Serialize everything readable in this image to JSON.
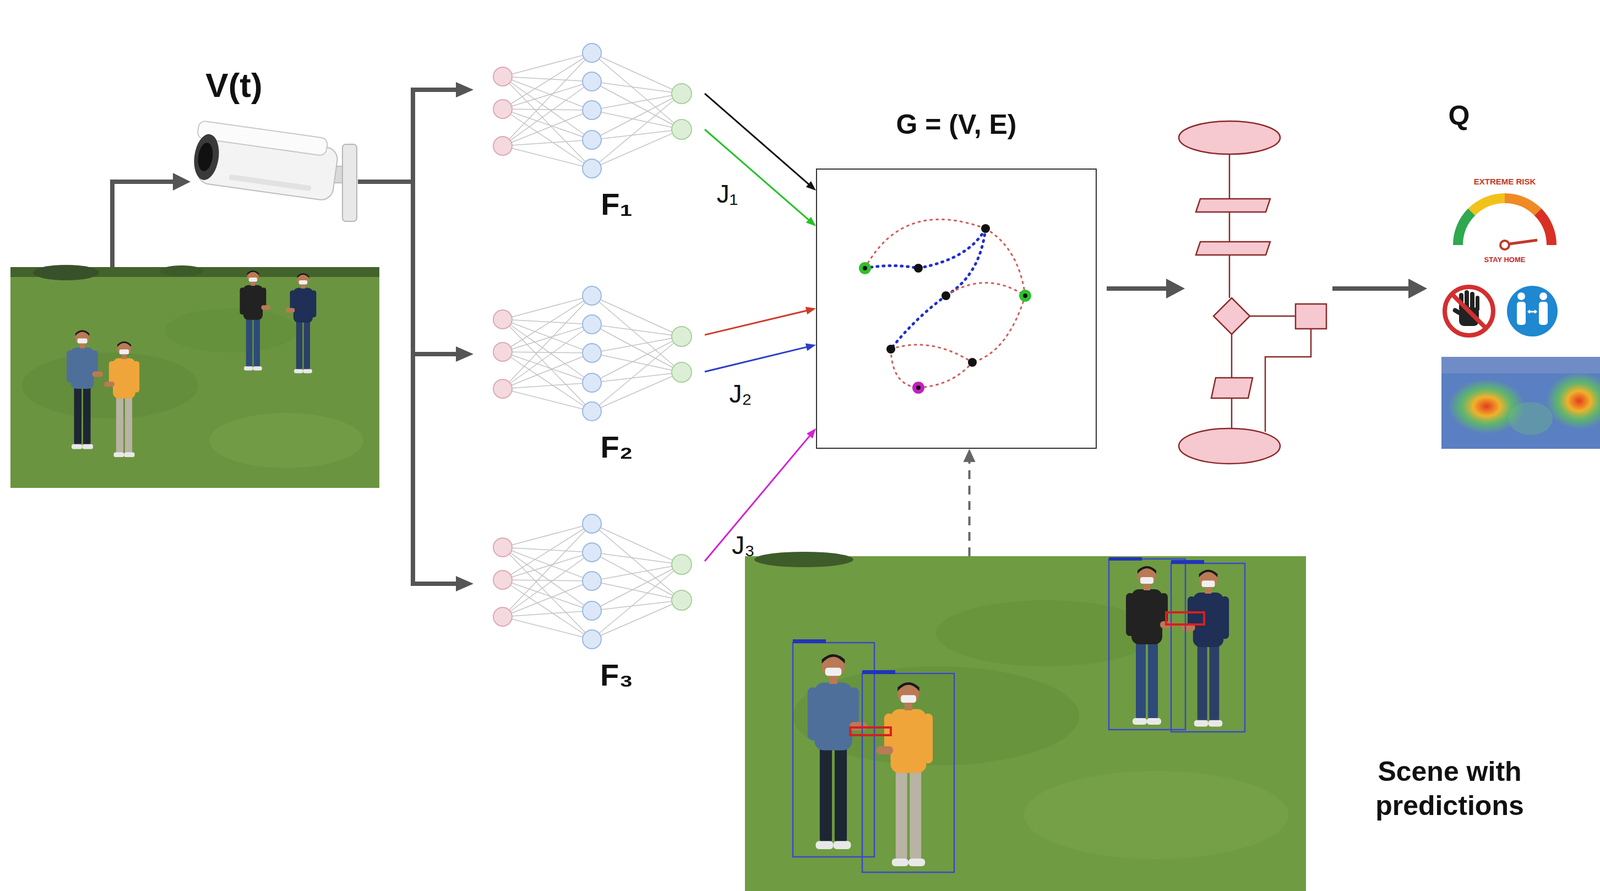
{
  "diagram": {
    "nodes": [
      {
        "text": [
          "V(t)"
        ]
      },
      {
        "text": [
          "F₁"
        ]
      },
      {
        "text": [
          "F₂"
        ]
      },
      {
        "text": [
          "F₃"
        ]
      },
      {
        "text": [
          "G = (V, E)"
        ]
      },
      {
        "text": [
          "Q"
        ]
      },
      {
        "text": [
          "Scene with predictions"
        ]
      }
    ],
    "edges": [
      {
        "from": 0,
        "to": 1,
        "arrow": "to"
      },
      {
        "from": 0,
        "to": 2,
        "arrow": "to"
      },
      {
        "from": 0,
        "to": 3,
        "arrow": "to"
      },
      {
        "from": 1,
        "to": 4,
        "arrow": "to"
      },
      {
        "from": 1,
        "to": 4,
        "label": "J₁",
        "arrow": "to"
      },
      {
        "from": 2,
        "to": 4,
        "arrow": "to"
      },
      {
        "from": 2,
        "to": 4,
        "label": "J₂",
        "arrow": "to"
      },
      {
        "from": 3,
        "to": 4,
        "label": "J₃",
        "arrow": "to"
      },
      {
        "from": 6,
        "to": 4,
        "arrow": "to"
      }
    ],
    "labels": [
      "EXTREME RISK",
      "STAY HOME"
    ]
  }
}
